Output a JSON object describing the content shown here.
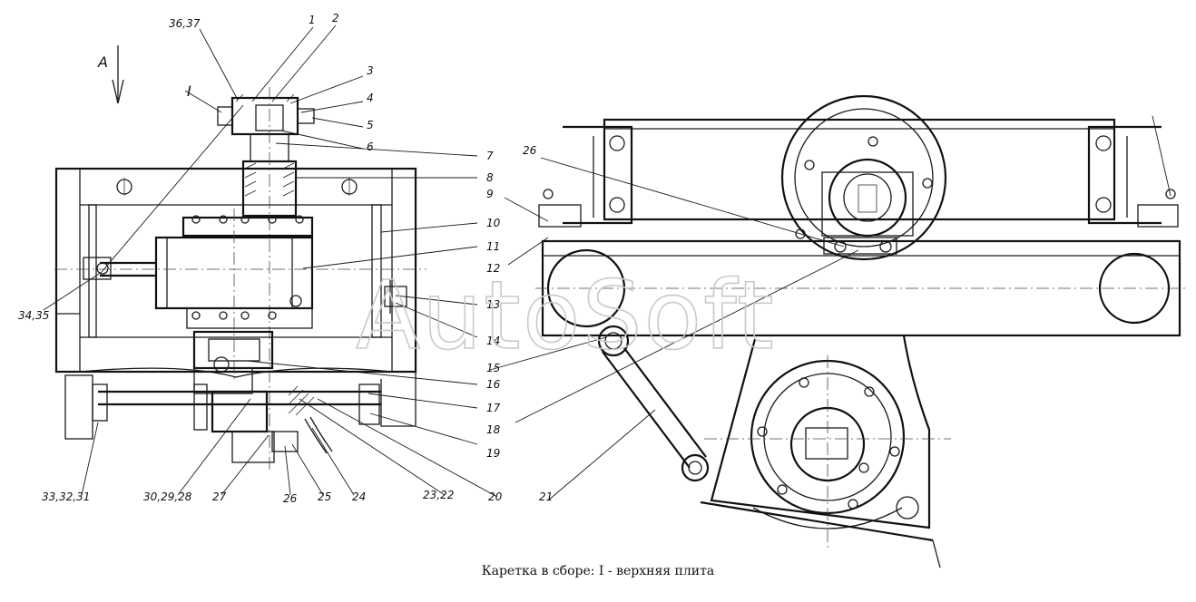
{
  "caption": "Каретка в сборе: I - верхняя плита",
  "watermark": "AutoSoft",
  "view_label": "A",
  "section_label": "I",
  "labels": {
    "l_36_37": "36,37",
    "l_1": "1",
    "l_2": "2",
    "l_3": "3",
    "l_4": "4",
    "l_5": "5",
    "l_6": "6",
    "l_7": "7",
    "l_8": "8",
    "l_9": "9",
    "l_10": "10",
    "l_11": "11",
    "l_12": "12",
    "l_13": "13",
    "l_14": "14",
    "l_15": "15",
    "l_16": "16",
    "l_17": "17",
    "l_18": "18",
    "l_19": "19",
    "l_20": "20",
    "l_21": "21",
    "l_23_22": "23,22",
    "l_24": "24",
    "l_25": "25",
    "l_26a": "26",
    "l_26b": "26",
    "l_27": "27",
    "l_30_29_28": "30,29,28",
    "l_33_32_31": "33,32,31",
    "l_34_35": "34,35"
  }
}
